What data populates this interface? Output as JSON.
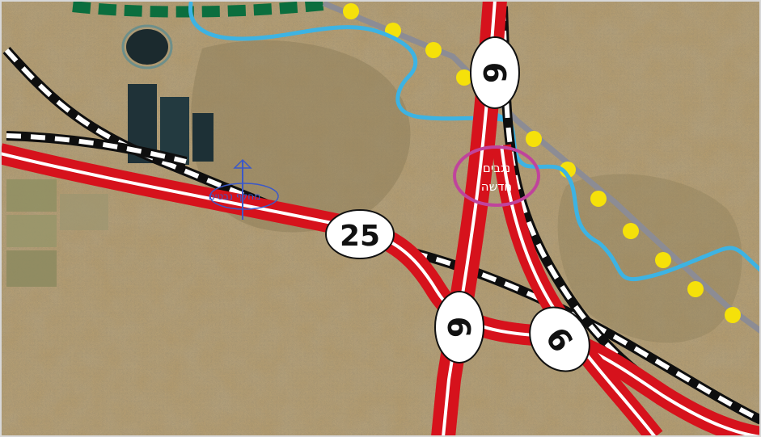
{
  "colors": {
    "terrain": "#b39a6c",
    "terrain_dark": "#8a7a56",
    "terrain_light": "#c9b48a",
    "road": "#d6121c",
    "road_stripe": "#ffffff",
    "railway_black": "#0e0e0e",
    "railway_white": "#ffffff",
    "river": "#3db3e3",
    "yellow_dots": "#f5e10a",
    "gray_route": "#8c8c94",
    "green_border": "#0b6e3e",
    "station_ring": "#c0439c",
    "interchange_marker": "#3a58c9"
  },
  "road_shields": [
    {
      "id": "shield-6-top",
      "number": "6"
    },
    {
      "id": "shield-25",
      "number": "25"
    },
    {
      "id": "shield-6-bottom-left",
      "number": "6"
    },
    {
      "id": "shield-6-bottom-right",
      "number": "6"
    }
  ],
  "labels": {
    "station": {
      "line1": "נגבים",
      "line2": "חדשה"
    },
    "interchange": "מחלף נבטים"
  }
}
